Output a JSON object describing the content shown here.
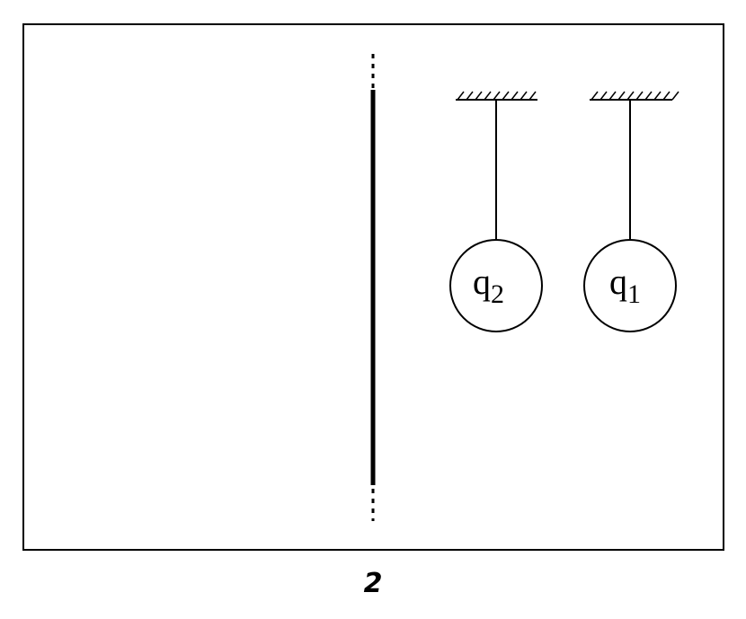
{
  "figure": {
    "number_label": "2",
    "balls": [
      {
        "letter": "q",
        "subscript": "2"
      },
      {
        "letter": "q",
        "subscript": "1"
      }
    ]
  },
  "colors": {
    "ink": "#000000",
    "background": "#ffffff"
  }
}
